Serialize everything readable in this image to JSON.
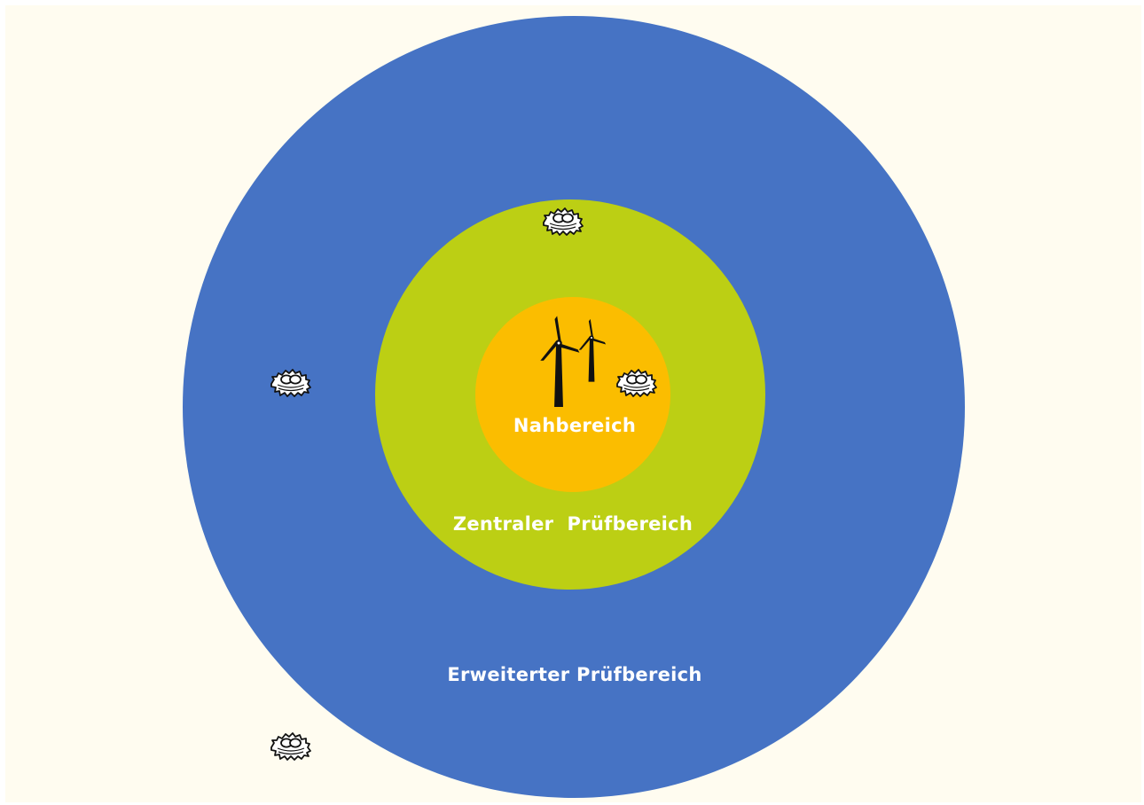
{
  "colors": {
    "background": "#fffcf0",
    "outer_zone": "#4673c4",
    "central_zone": "#bccf14",
    "near_zone": "#fbbd00",
    "icon": "#111111",
    "label": "#ffffff"
  },
  "zones": {
    "outer": {
      "label": "Erweiterter Prüfbereich"
    },
    "central": {
      "label": "Zentraler  Prüfbereich"
    },
    "near": {
      "label": "Nahbereich"
    }
  },
  "icons": {
    "turbine": "wind-turbine-icon",
    "nest": "bird-nest-icon"
  }
}
